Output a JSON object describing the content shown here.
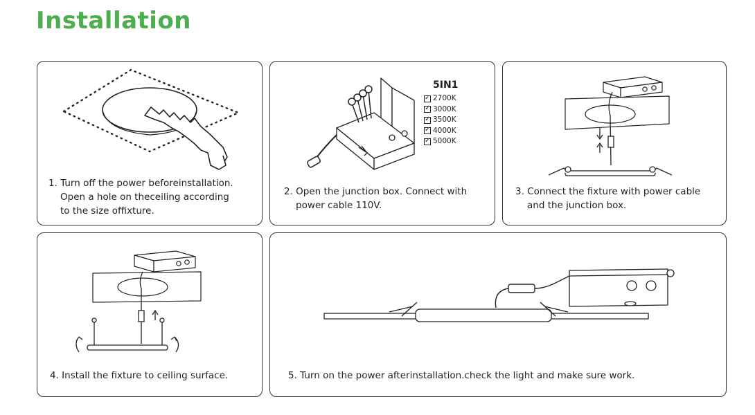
{
  "title": "Installation",
  "steps": [
    {
      "line1": "1. Turn off the power beforeinstallation.",
      "line2": "Open a hole on theceiling according",
      "line3": "to the size offixture."
    },
    {
      "line1": "2. Open the junction box. Connect with",
      "line2": "power cable 110V."
    },
    {
      "line1": "3. Connect the fixture with power cable",
      "line2": "and the junction box."
    },
    {
      "line1": "4. Install the fixture to ceiling surface."
    },
    {
      "line1": "5. Turn on the power afterinstallation.check the light and make sure work."
    }
  ],
  "cct": {
    "title": "5IN1",
    "options": [
      "2700K",
      "3000K",
      "3500K",
      "4000K",
      "5000K"
    ]
  },
  "colors": {
    "accent": "#4cae4f",
    "line": "#222222"
  },
  "icons": [
    "saw-icon",
    "junction-box-icon",
    "wire-connector-icon",
    "arrow-icon",
    "rotate-arrow-icon",
    "light-fixture-icon"
  ]
}
